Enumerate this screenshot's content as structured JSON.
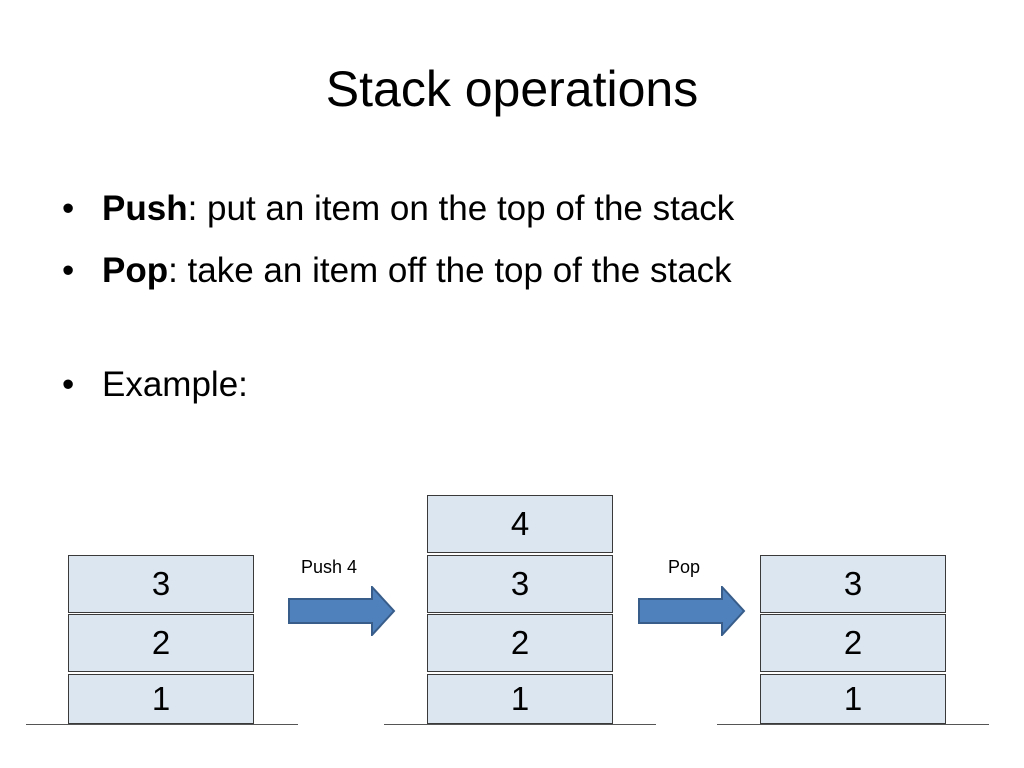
{
  "slide": {
    "title": "Stack operations",
    "bullets": [
      {
        "term": "Push",
        "text": ": put an item on the top of the stack"
      },
      {
        "term": "Pop",
        "text": ": take an item off the top of the stack"
      },
      {
        "term": "",
        "text": "Example:"
      }
    ]
  },
  "diagram": {
    "stack_before": [
      "3",
      "2",
      "1"
    ],
    "push_label": "Push 4",
    "stack_after_push": [
      "4",
      "3",
      "2",
      "1"
    ],
    "pop_label": "Pop",
    "stack_after_pop": [
      "3",
      "2",
      "1"
    ],
    "colors": {
      "cell_fill": "#dce6f1",
      "cell_border": "#3a3a3a",
      "arrow_fill": "#4f81bd",
      "arrow_stroke": "#385d8a"
    }
  }
}
